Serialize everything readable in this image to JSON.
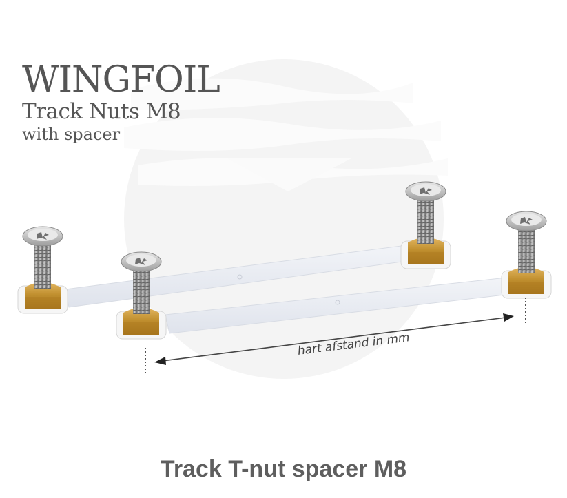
{
  "title": {
    "line1": "WINGFOIL",
    "line2": "Track Nuts M8",
    "line3": "with spacer"
  },
  "diagram": {
    "dimension_label": "hart afstand in mm",
    "arrow": "double-headed",
    "items": [
      {
        "name": "back-track-nut-pair",
        "parts": [
          "M8 countersunk torx bolt",
          "brass T-nut",
          "white spacer bar",
          "M8 countersunk torx bolt",
          "brass T-nut"
        ]
      },
      {
        "name": "front-track-nut-pair",
        "parts": [
          "M8 countersunk torx bolt",
          "brass T-nut",
          "white spacer bar",
          "M8 countersunk torx bolt",
          "brass T-nut"
        ]
      }
    ]
  },
  "caption": "Track T-nut spacer M8",
  "colors": {
    "text_title": "#555555",
    "text_caption": "#5e5e5e",
    "brass": "#b8862c",
    "steel": "#9a9a9a",
    "spacer": "#e9ecf2",
    "watermark": "#f3f3f3"
  }
}
